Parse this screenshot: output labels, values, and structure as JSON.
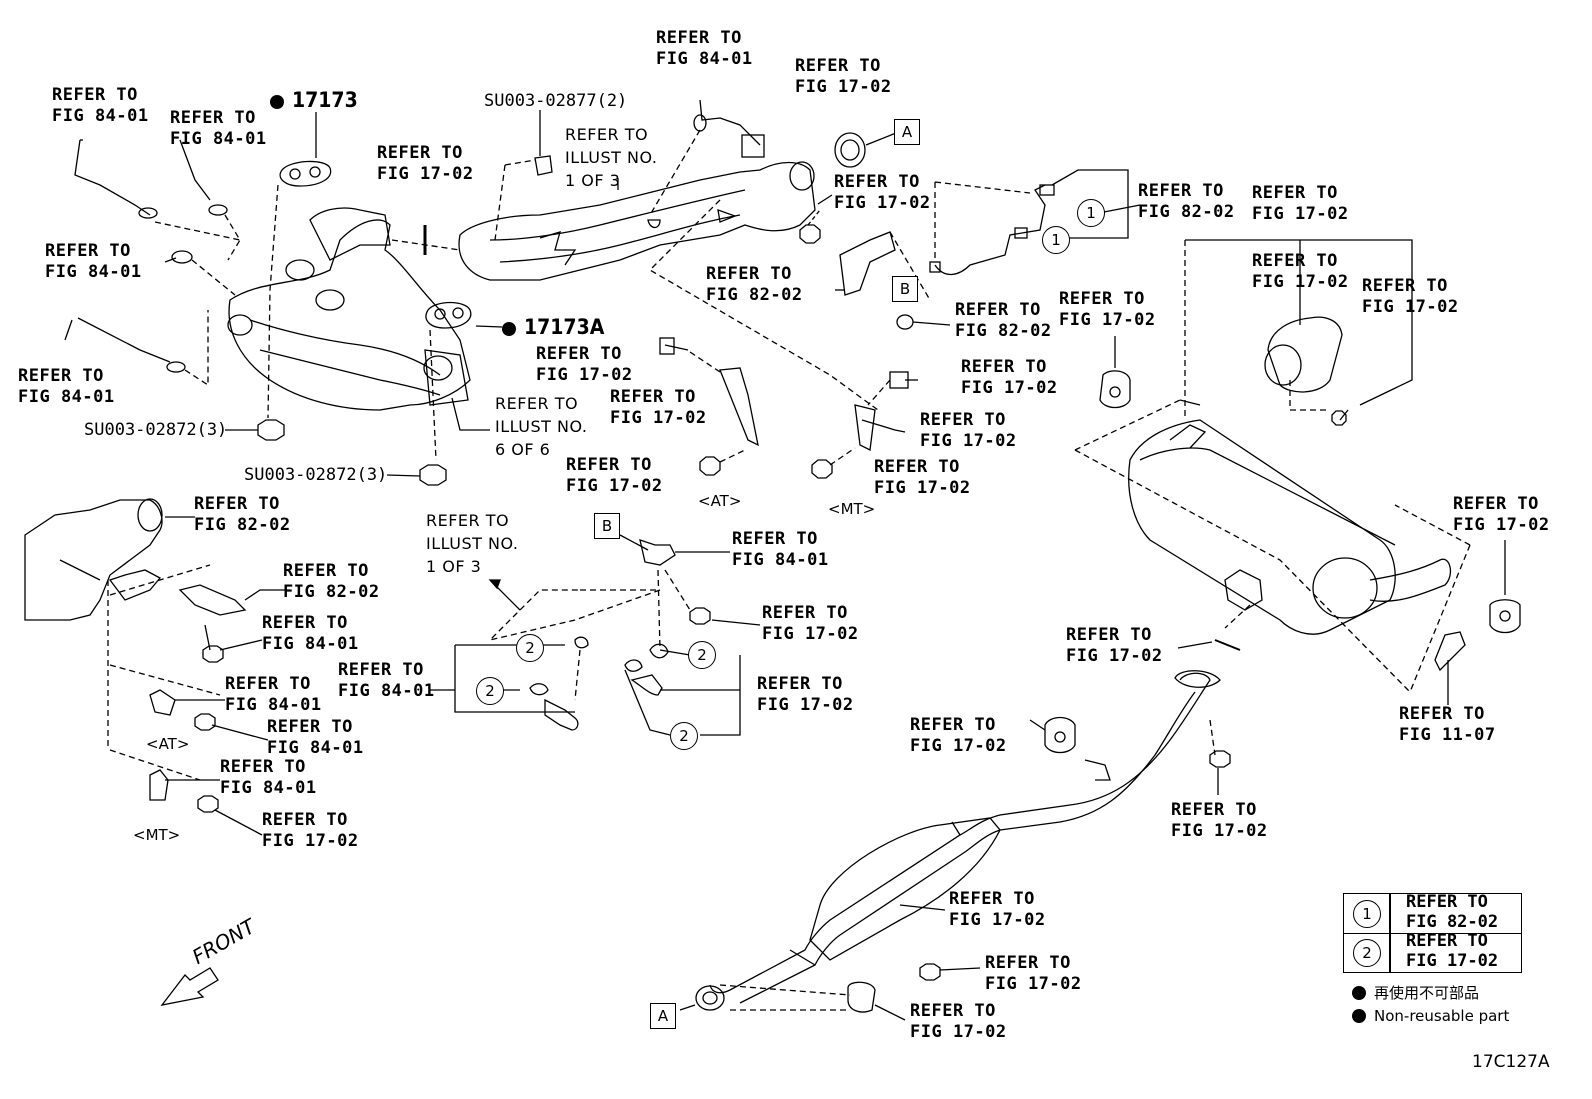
{
  "labels": [
    {
      "id": "l1",
      "text": [
        "REFER TO",
        "FIG 84-01"
      ]
    },
    {
      "id": "l2",
      "text": [
        "REFER TO",
        "FIG 84-01"
      ]
    },
    {
      "id": "l3",
      "text": [
        "REFER TO",
        "FIG 84-01"
      ]
    },
    {
      "id": "l4",
      "text": [
        "REFER TO",
        "FIG 84-01"
      ]
    },
    {
      "id": "l5",
      "text": [
        "REFER TO",
        "FIG 17-02"
      ]
    },
    {
      "id": "l6",
      "text": [
        "REFER TO",
        "FIG 84-01"
      ]
    },
    {
      "id": "l7",
      "text": [
        "REFER TO",
        "FIG 17-02"
      ]
    },
    {
      "id": "l8",
      "text": [
        "REFER TO",
        "FIG 17-02"
      ]
    },
    {
      "id": "l9",
      "text": [
        "REFER TO",
        "FIG 82-02"
      ]
    },
    {
      "id": "l10",
      "text": [
        "REFER TO",
        "FIG 17-02"
      ]
    },
    {
      "id": "l11",
      "text": [
        "REFER TO",
        "FIG 17-02"
      ]
    },
    {
      "id": "l12",
      "text": [
        "REFER TO",
        "FIG 82-02"
      ]
    },
    {
      "id": "l13",
      "text": [
        "REFER TO",
        "FIG 82-02"
      ]
    },
    {
      "id": "l14",
      "text": [
        "REFER TO",
        "FIG 17-02"
      ]
    },
    {
      "id": "l15",
      "text": [
        "REFER TO",
        "FIG 17-02"
      ]
    },
    {
      "id": "l16",
      "text": [
        "REFER TO",
        "FIG 17-02"
      ]
    },
    {
      "id": "l17",
      "text": [
        "REFER TO",
        "FIG 17-02"
      ]
    },
    {
      "id": "l18",
      "text": [
        "REFER TO",
        "FIG 17-02"
      ]
    },
    {
      "id": "l19",
      "text": [
        "REFER TO",
        "FIG 17-02"
      ]
    },
    {
      "id": "l20",
      "text": [
        "REFER TO",
        "FIG 17-02"
      ]
    },
    {
      "id": "l21",
      "text": [
        "REFER TO",
        "FIG 17-02"
      ]
    },
    {
      "id": "l22",
      "text": [
        "REFER TO",
        "FIG 17-02"
      ]
    },
    {
      "id": "l23",
      "text": [
        "REFER TO",
        "FIG 11-07"
      ]
    },
    {
      "id": "l24",
      "text": [
        "REFER TO",
        "FIG 82-02"
      ]
    },
    {
      "id": "l25",
      "text": [
        "REFER TO",
        "FIG 82-02"
      ]
    },
    {
      "id": "l26",
      "text": [
        "REFER TO",
        "FIG 84-01"
      ]
    },
    {
      "id": "l27",
      "text": [
        "REFER TO",
        "FIG 84-01"
      ]
    },
    {
      "id": "l28",
      "text": [
        "REFER TO",
        "FIG 84-01"
      ]
    },
    {
      "id": "l29",
      "text": [
        "REFER TO",
        "FIG 84-01"
      ]
    },
    {
      "id": "l30",
      "text": [
        "REFER TO",
        "FIG 17-02"
      ]
    },
    {
      "id": "l31",
      "text": [
        "REFER TO",
        "FIG 84-01"
      ]
    },
    {
      "id": "l32",
      "text": [
        "REFER TO",
        "FIG 84-01"
      ]
    },
    {
      "id": "l33",
      "text": [
        "REFER TO",
        "FIG 17-02"
      ]
    },
    {
      "id": "l34",
      "text": [
        "REFER TO",
        "FIG 17-02"
      ]
    },
    {
      "id": "l35",
      "text": [
        "REFER TO",
        "FIG 17-02"
      ]
    },
    {
      "id": "l36",
      "text": [
        "REFER TO",
        "FIG 17-02"
      ]
    },
    {
      "id": "l37",
      "text": [
        "REFER TO",
        "FIG 17-02"
      ]
    },
    {
      "id": "l38",
      "text": [
        "REFER TO",
        "FIG 17-02"
      ]
    },
    {
      "id": "l39",
      "text": [
        "REFER TO",
        "FIG 17-02"
      ]
    },
    {
      "id": "l40",
      "text": [
        "REFER TO",
        "FIG 17-02"
      ]
    }
  ],
  "illust_refs": [
    {
      "id": "i1",
      "text": [
        "REFER TO",
        "ILLUST NO.",
        "1 OF 3"
      ]
    },
    {
      "id": "i2",
      "text": [
        "REFER TO",
        "ILLUST NO.",
        "6 OF 6"
      ]
    },
    {
      "id": "i3",
      "text": [
        "REFER TO",
        "ILLUST NO.",
        "1 OF 3"
      ]
    }
  ],
  "part_numbers": {
    "p17173": "17173",
    "p17173A": "17173A",
    "su02877": "SU003-02877(2)",
    "su02872a": "SU003-02872(3)",
    "su02872b": "SU003-02872(3)"
  },
  "variant_tags": {
    "at1": "<AT>",
    "mt1": "<MT>",
    "at2": "<AT>",
    "mt2": "<MT>"
  },
  "box_letters": {
    "a_top": "A",
    "b_right": "B",
    "b_mid": "B",
    "a_bottom": "A"
  },
  "circle_numbers": {
    "c1a": "1",
    "c1b": "1",
    "c2a": "2",
    "c2b": "2",
    "c2c": "2",
    "c2d": "2"
  },
  "front_label": "FRONT",
  "legend": {
    "row1": {
      "num": "1",
      "text": [
        "REFER TO",
        "FIG 82-02"
      ]
    },
    "row2": {
      "num": "2",
      "text": [
        "REFER TO",
        "FIG 17-02"
      ]
    }
  },
  "notes": {
    "jp": "再使用不可部品",
    "en": "Non-reusable part"
  },
  "figure_code": "17C127A"
}
